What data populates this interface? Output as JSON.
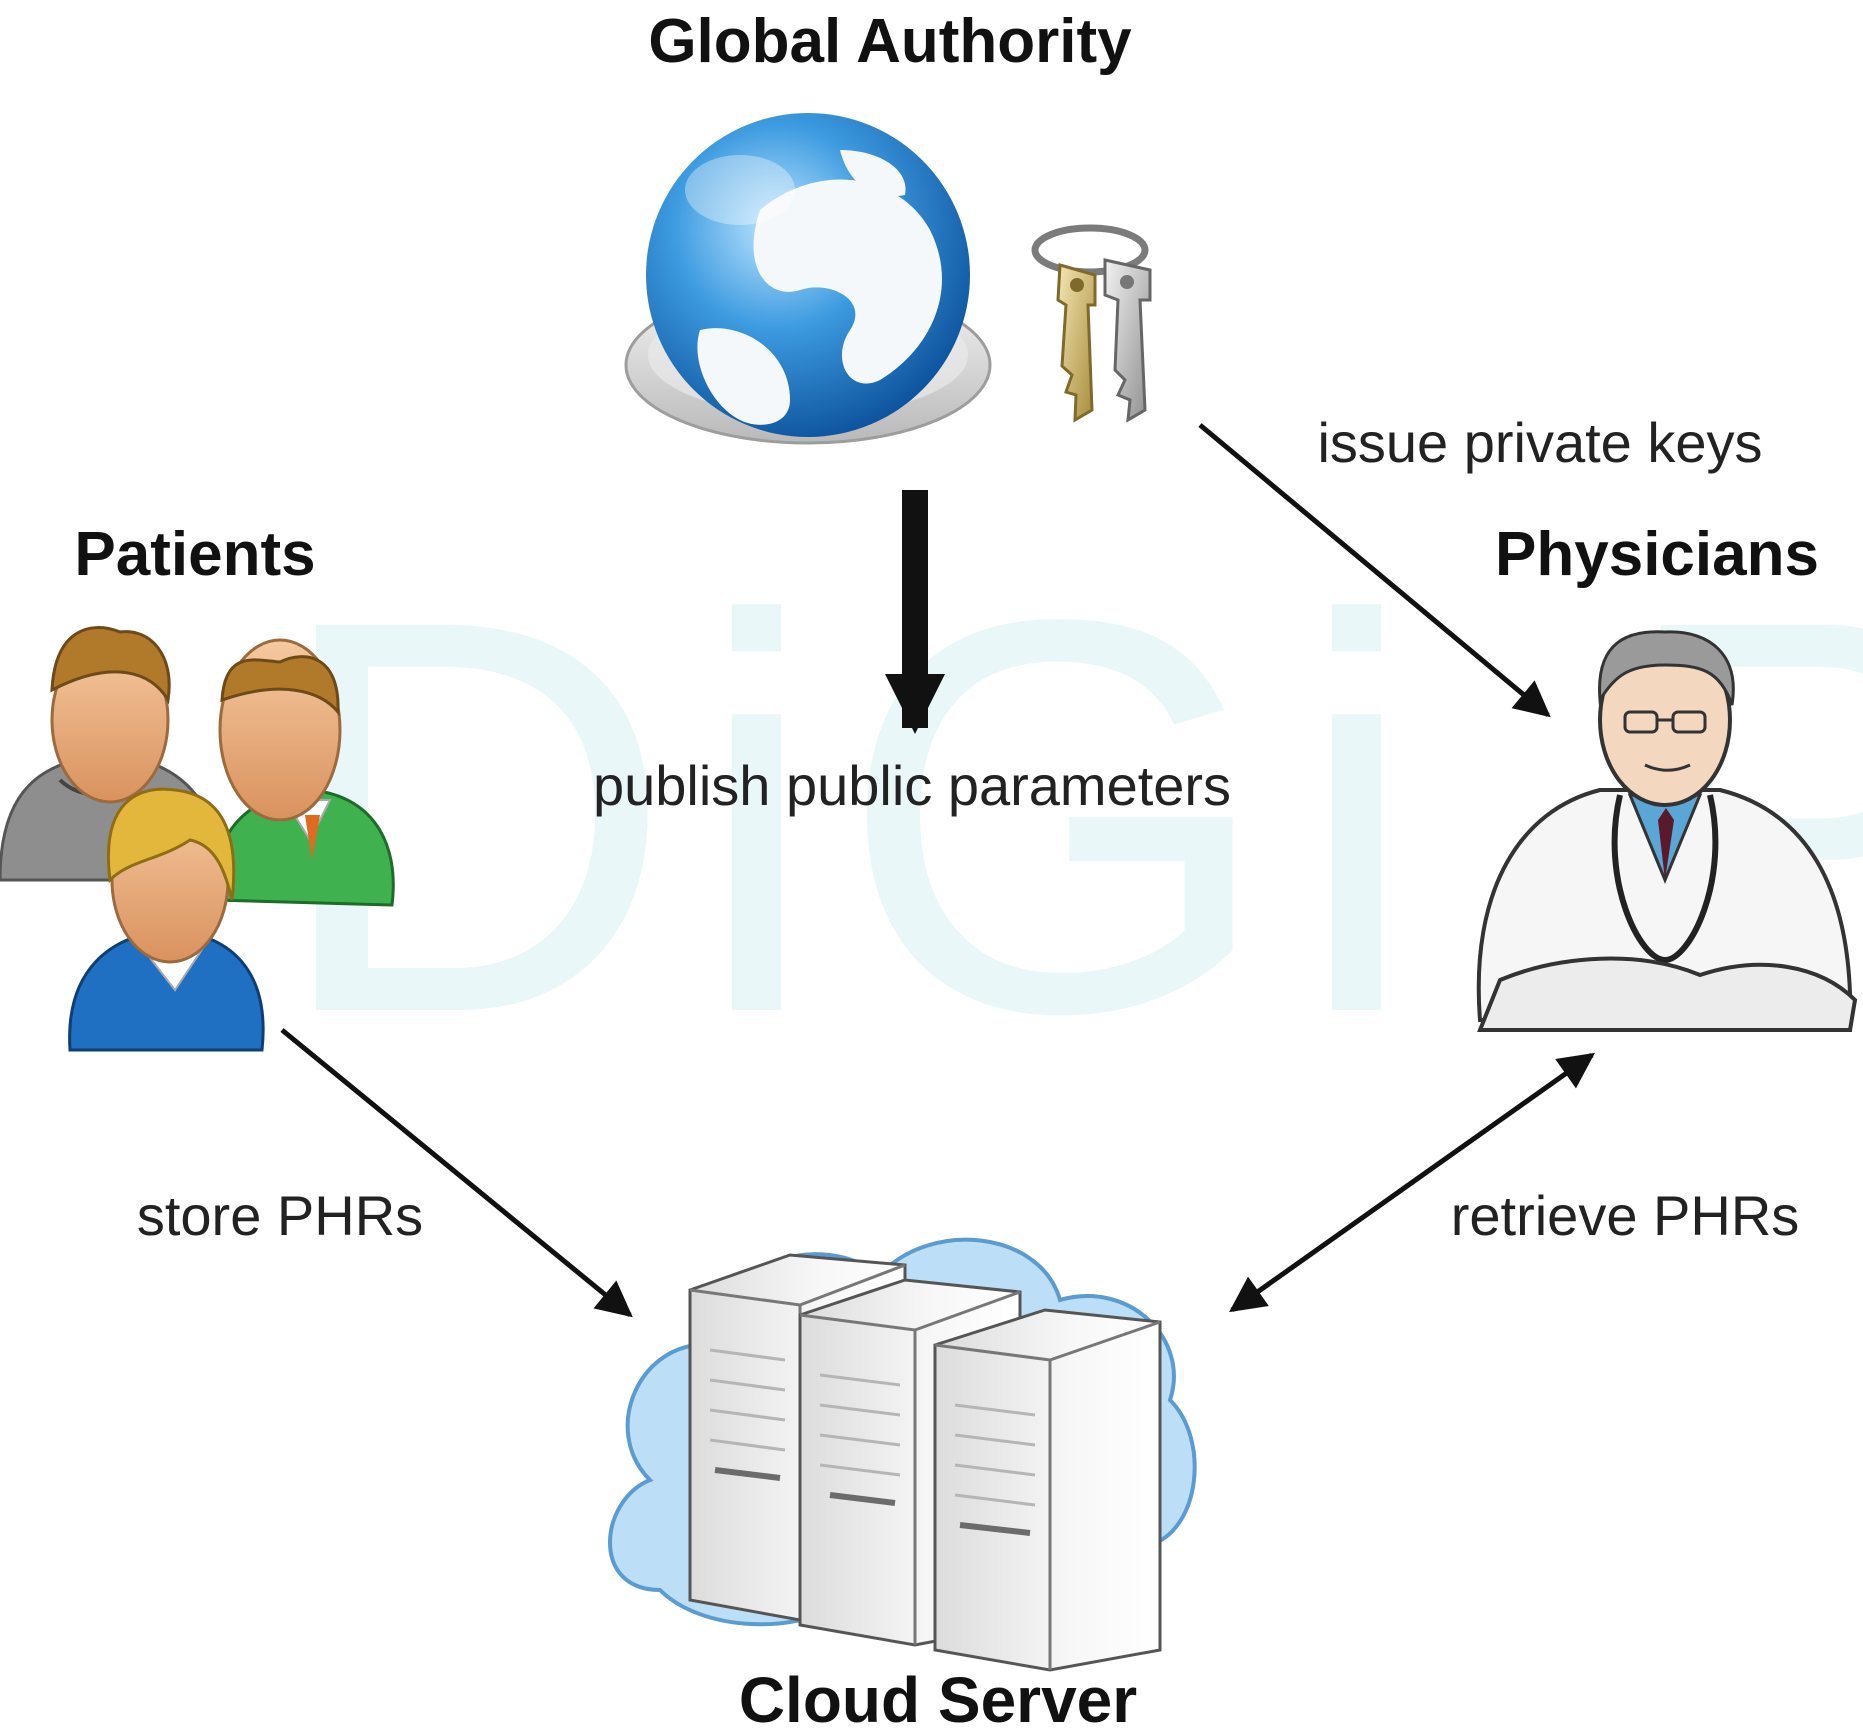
{
  "watermark": {
    "text": "DiGi PE"
  },
  "nodes": {
    "global_authority": {
      "title": "Global Authority"
    },
    "patients": {
      "title": "Patients"
    },
    "physicians": {
      "title": "Physicians"
    },
    "cloud_server": {
      "title": "Cloud Server"
    }
  },
  "edges": {
    "publish": {
      "label": "publish public parameters"
    },
    "issue_keys": {
      "label": "issue private keys"
    },
    "store": {
      "label": "store PHRs"
    },
    "retrieve": {
      "label": "retrieve PHRs"
    }
  },
  "icons": [
    "globe-icon",
    "keys-icon",
    "patients-icon",
    "physician-icon",
    "cloud-server-icon"
  ]
}
